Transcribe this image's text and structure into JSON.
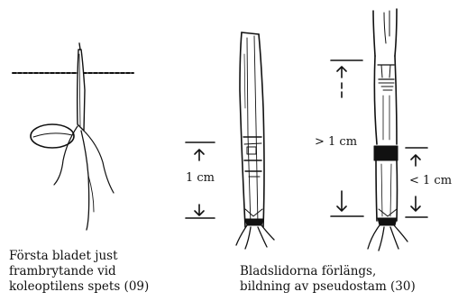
{
  "captions": {
    "stage_09": [
      "Första bladet just",
      "frambrytande vid",
      "koleoptilens spets (09)"
    ],
    "stage_30": [
      "Bladslidorna förlängs,",
      "bildning av pseudostam (30)"
    ]
  },
  "measure_labels": {
    "middle_1cm": "1 cm",
    "right_gt_1cm": "> 1 cm",
    "right_lt_1cm": "< 1 cm"
  }
}
